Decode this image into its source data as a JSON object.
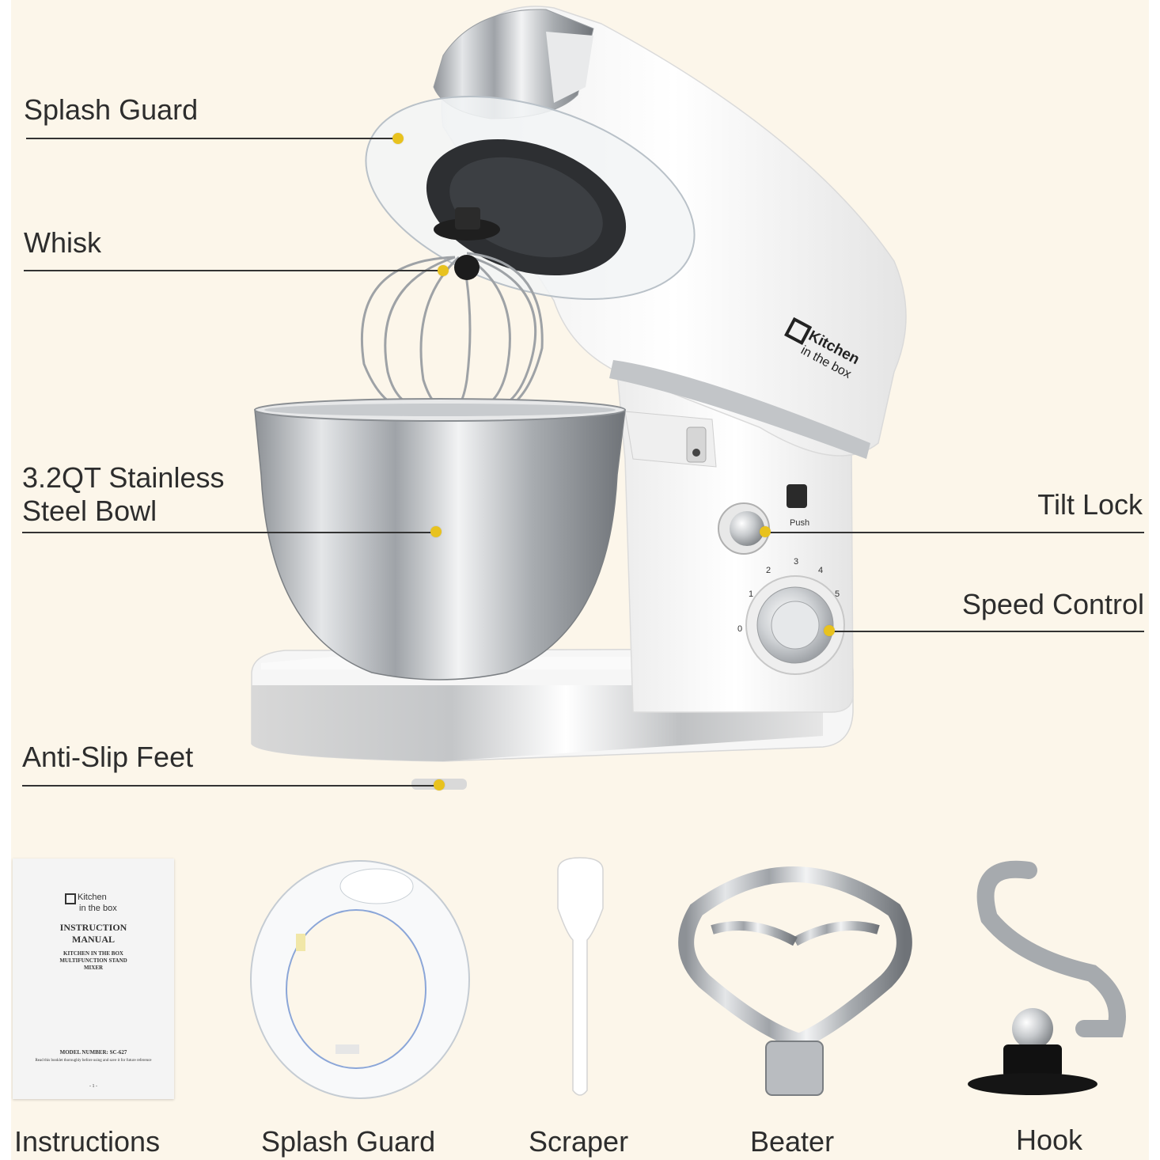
{
  "callouts": {
    "splash_guard": "Splash Guard",
    "whisk": "Whisk",
    "bowl_line1": "3.2QT Stainless",
    "bowl_line2": "Steel Bowl",
    "anti_slip": "Anti-Slip Feet",
    "tilt_lock": "Tilt Lock",
    "speed_control": "Speed Control"
  },
  "brand": {
    "line1": "Kitchen",
    "line2": "in the box"
  },
  "push_label": "Push",
  "speed_marks": [
    "0",
    "1",
    "2",
    "3",
    "4",
    "5"
  ],
  "accessories": {
    "instructions": "Instructions",
    "splash_guard": "Splash Guard",
    "scraper": "Scraper",
    "beater": "Beater",
    "hook": "Hook"
  },
  "manual": {
    "logo_line1": "Kitchen",
    "logo_line2": "in the box",
    "title_line1": "INSTRUCTION",
    "title_line2": "MANUAL",
    "sub_line1": "KITCHEN IN THE BOX",
    "sub_line2": "MULTIFUNCTION STAND",
    "sub_line3": "MIXER",
    "model": "MODEL NUMBER: SC-627",
    "fine_print": "Read this booklet thoroughly before using and save it for future reference",
    "page": "- 1 -"
  },
  "colors": {
    "background": "#fcf6ea",
    "dot": "#e8c21e",
    "mixer_body": "#f7f7f7",
    "steel": "#b9bcc0"
  }
}
